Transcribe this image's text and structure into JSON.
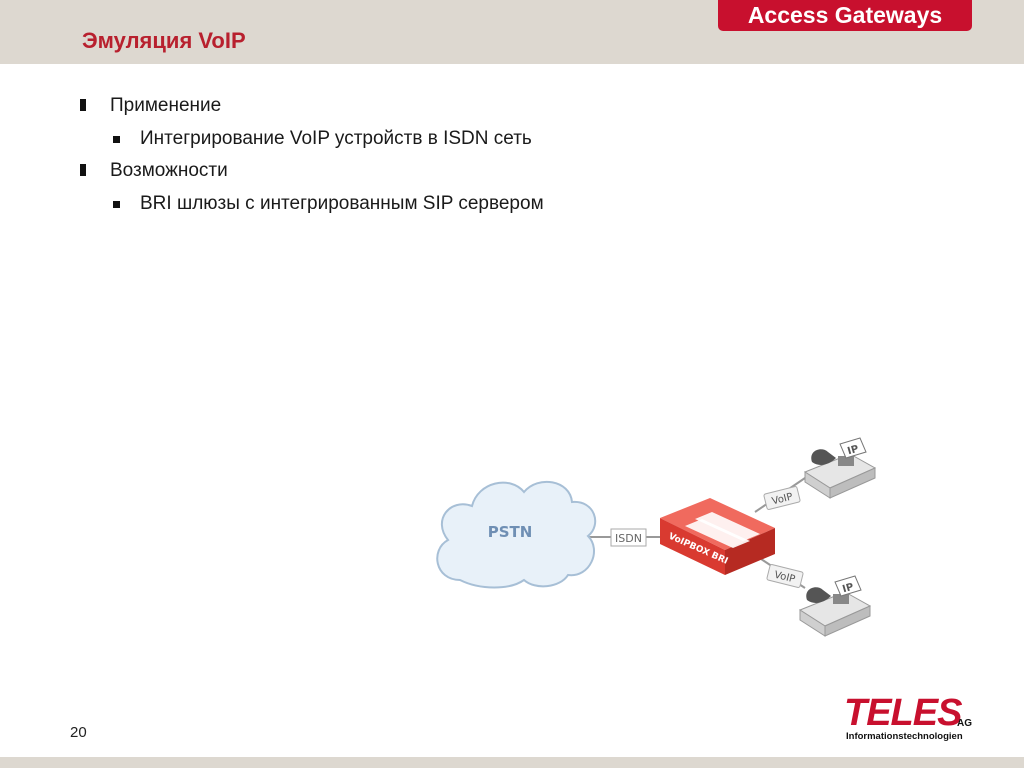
{
  "header": {
    "title": "Эмуляция VoIP",
    "tab_label": "Access Gateways",
    "band_color": "#ddd8d0",
    "accent_color": "#c8102e"
  },
  "content": {
    "sections": [
      {
        "label": "Применение",
        "sub": [
          "Интегрирование VoIP устройств в ISDN сеть"
        ]
      },
      {
        "label": "Возможности",
        "sub": [
          "BRI шлюзы с интегрированным SIP сервером"
        ]
      }
    ]
  },
  "diagram": {
    "cloud_label": "PSTN",
    "link_label": "ISDN",
    "device_label": "VoIPBOX BRI",
    "phone_badge": "IP",
    "voip_label_top": "VoIP",
    "voip_label_bottom": "VoIP"
  },
  "footer": {
    "page_number": "20",
    "logo_word": "TELES",
    "logo_ag": "AG",
    "logo_sub": "Informationstechnologien"
  }
}
